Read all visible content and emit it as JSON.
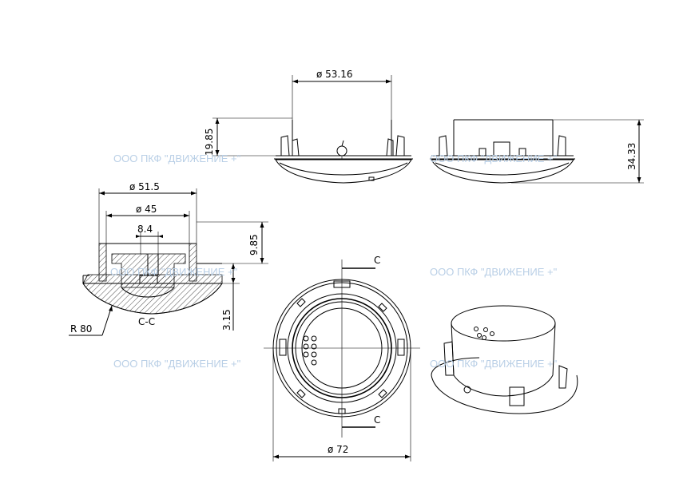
{
  "watermark": "ООО ПКФ \"ДВИЖЕНИЕ +\"",
  "dimensions": {
    "top_diameter": "ø 53.16",
    "height_small": "19.85",
    "height_total": "34.33",
    "section_d1": "ø 51.5",
    "section_d2": "ø 45",
    "section_w": "8.4",
    "section_h1": "9.85",
    "section_h2": "3.15",
    "radius": "R 80",
    "bottom_diameter": "ø 72"
  },
  "labels": {
    "section_name": "C-C",
    "cut_mark_top": "C",
    "cut_mark_bottom": "C"
  },
  "colors": {
    "line": "#000000",
    "watermark": "#b9cfe6"
  }
}
